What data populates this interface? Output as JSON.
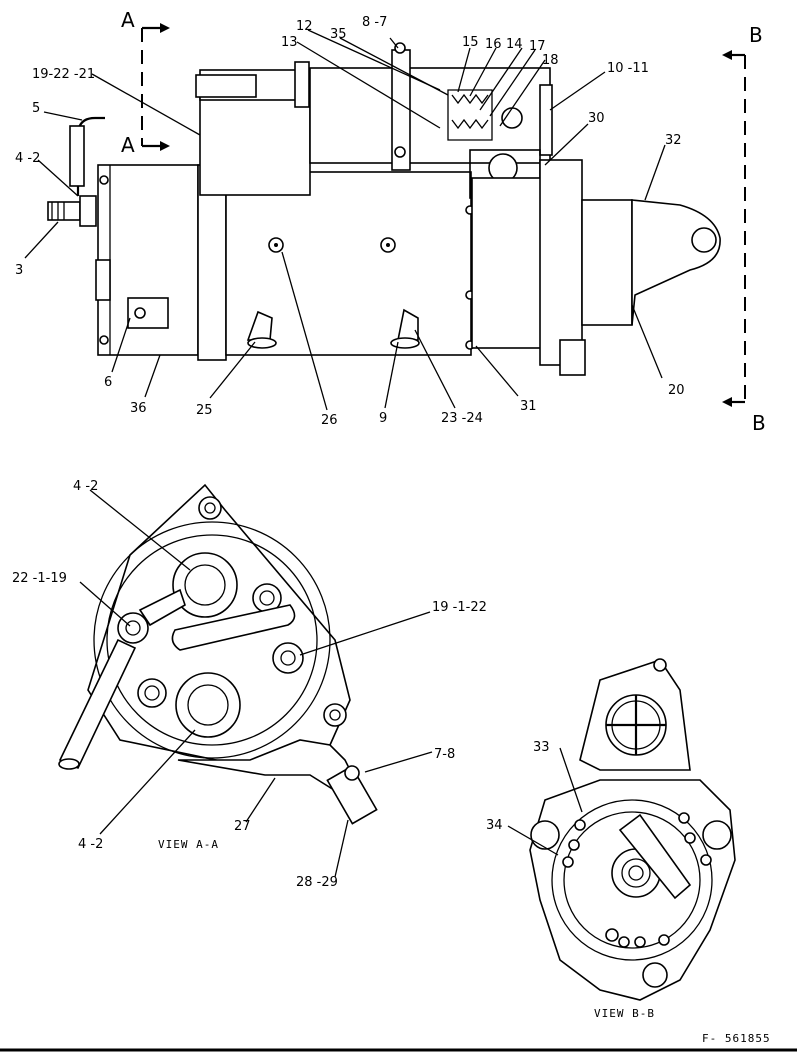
{
  "section_markers": {
    "a_top": "A",
    "a_bottom": "A",
    "b_top": "B",
    "b_bottom": "B"
  },
  "callouts": {
    "c12": "12",
    "c35": "35",
    "c8_7_top": "8 -7",
    "c13": "13",
    "c15": "15",
    "c16": "16",
    "c14": "14",
    "c17": "17",
    "c18": "18",
    "c10_11": "10 -11",
    "c19_22_21": "19-22 -21",
    "c5": "5",
    "c4_2_top": "4 -2",
    "c3": "3",
    "c30": "30",
    "c32": "32",
    "c6": "6",
    "c36": "36",
    "c25": "25",
    "c26": "26",
    "c9": "9",
    "c23_24": "23 -24",
    "c31": "31",
    "c20": "20",
    "c4_2_va_top": "4 -2",
    "c22_1_19": "22 -1-19",
    "c19_1_22": "19 -1-22",
    "c7_8": "7-8",
    "c27": "27",
    "c4_2_va_bottom": "4 -2",
    "c28_29": "28 -29",
    "c33": "33",
    "c34": "34"
  },
  "view_labels": {
    "view_a": "VIEW A-A",
    "view_b": "VIEW B-B"
  },
  "figure_id": "F- 561855"
}
